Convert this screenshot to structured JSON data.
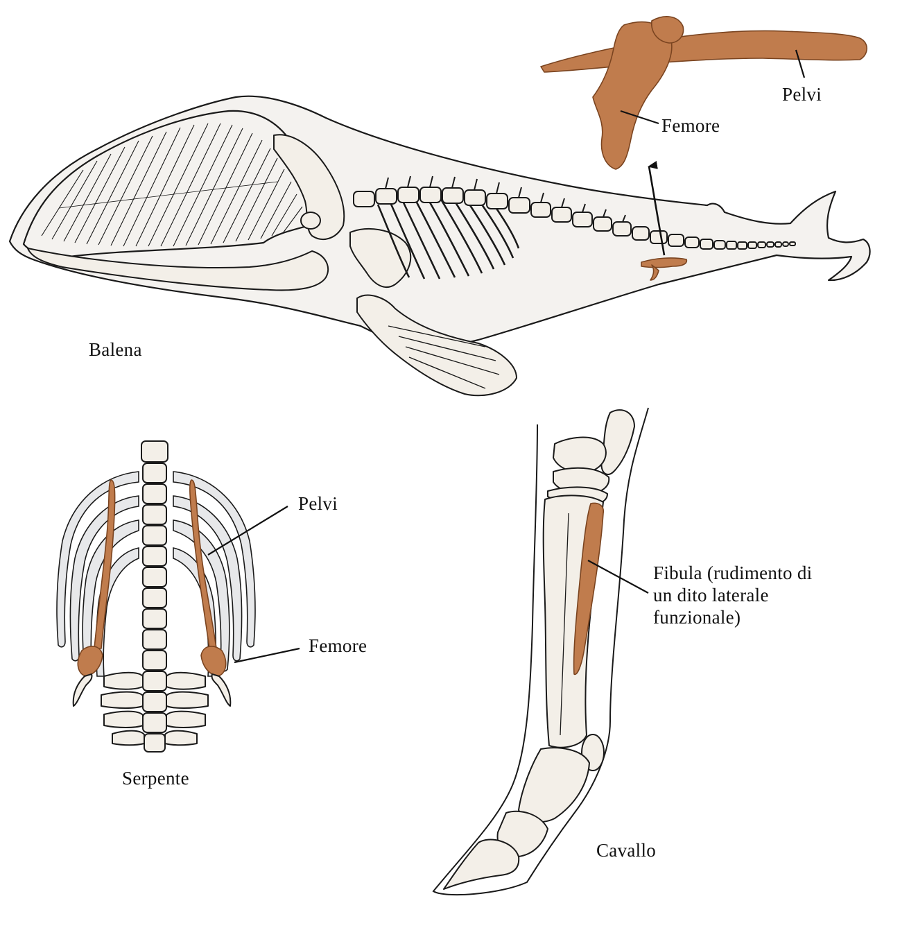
{
  "colors": {
    "bone_fill": "#f3efe8",
    "body_fill": "#f4f2ef",
    "vestigial": "#c07c4d",
    "vestigial_dark": "#a9663a",
    "ink": "#1a1a1a",
    "paper": "#ffffff"
  },
  "whale": {
    "caption": "Balena",
    "inset_label_pelvis": "Pelvi",
    "inset_label_femur": "Femore"
  },
  "snake": {
    "caption": "Serpente",
    "label_pelvis": "Pelvi",
    "label_femur": "Femore"
  },
  "horse": {
    "caption": "Cavallo",
    "label_fibula_lines": [
      "Fibula (rudimento di",
      "un dito laterale",
      "funzionale)"
    ]
  }
}
